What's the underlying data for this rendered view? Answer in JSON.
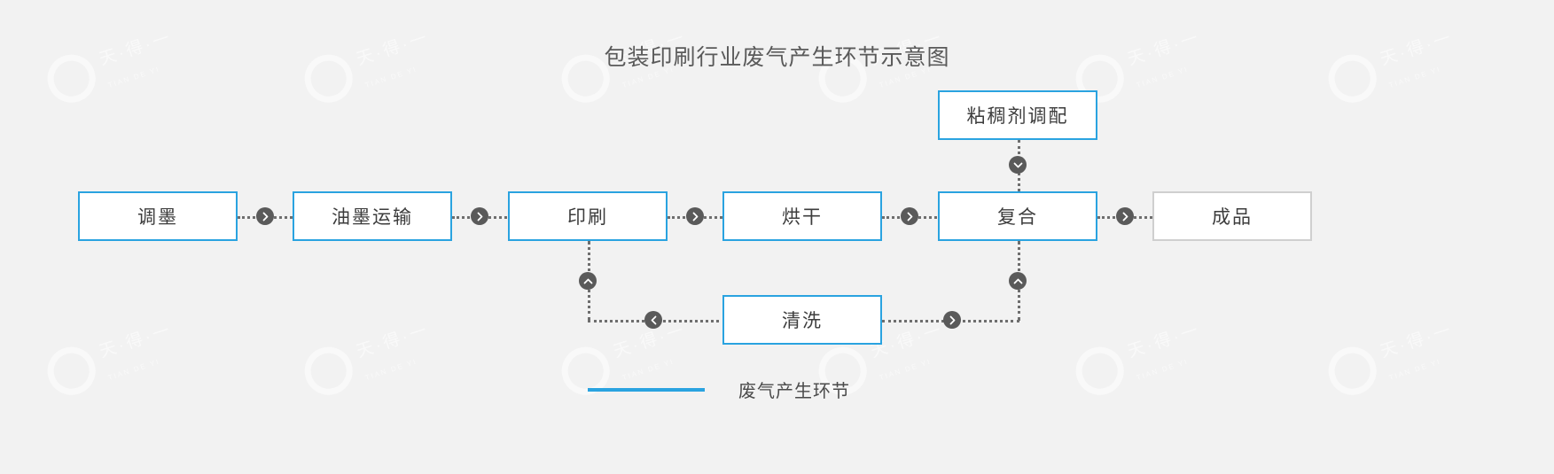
{
  "title": "包装印刷行业废气产生环节示意图",
  "diagram": {
    "type": "flowchart",
    "main_flow": [
      {
        "id": "tiaomo",
        "label": "调墨",
        "emission": true
      },
      {
        "id": "youmo",
        "label": "油墨运输",
        "emission": true
      },
      {
        "id": "yinshua",
        "label": "印刷",
        "emission": true
      },
      {
        "id": "honggan",
        "label": "烘干",
        "emission": true
      },
      {
        "id": "fuhe",
        "label": "复合",
        "emission": true
      },
      {
        "id": "chengpin",
        "label": "成品",
        "emission": false
      }
    ],
    "branch_nodes": [
      {
        "id": "zhanchoujitiaopei",
        "label": "粘稠剂调配",
        "emission": true,
        "feeds": "fuhe"
      },
      {
        "id": "qingxi",
        "label": "清洗",
        "emission": true,
        "feeds": "yinshua,fuhe"
      }
    ],
    "edges": [
      {
        "from": "调墨",
        "to": "油墨运输",
        "direction": "right"
      },
      {
        "from": "油墨运输",
        "to": "印刷",
        "direction": "right"
      },
      {
        "from": "印刷",
        "to": "烘干",
        "direction": "right"
      },
      {
        "from": "烘干",
        "to": "复合",
        "direction": "right"
      },
      {
        "from": "复合",
        "to": "成品",
        "direction": "right"
      },
      {
        "from": "粘稠剂调配",
        "to": "复合",
        "direction": "down"
      },
      {
        "from": "清洗",
        "to": "印刷",
        "direction": "up"
      },
      {
        "from": "清洗",
        "to": "复合",
        "direction": "up"
      }
    ]
  },
  "legend": {
    "label": "废气产生环节",
    "color": "#2aa3e0"
  },
  "colors": {
    "accent": "#2aa3e0",
    "plain_border": "#cfcfcf",
    "connector": "#6e6e6e",
    "background": "#f2f2f2",
    "text": "#3c3c3c"
  },
  "watermarks": {
    "text": "天·得·一",
    "sub": "TIAN DE YI"
  }
}
